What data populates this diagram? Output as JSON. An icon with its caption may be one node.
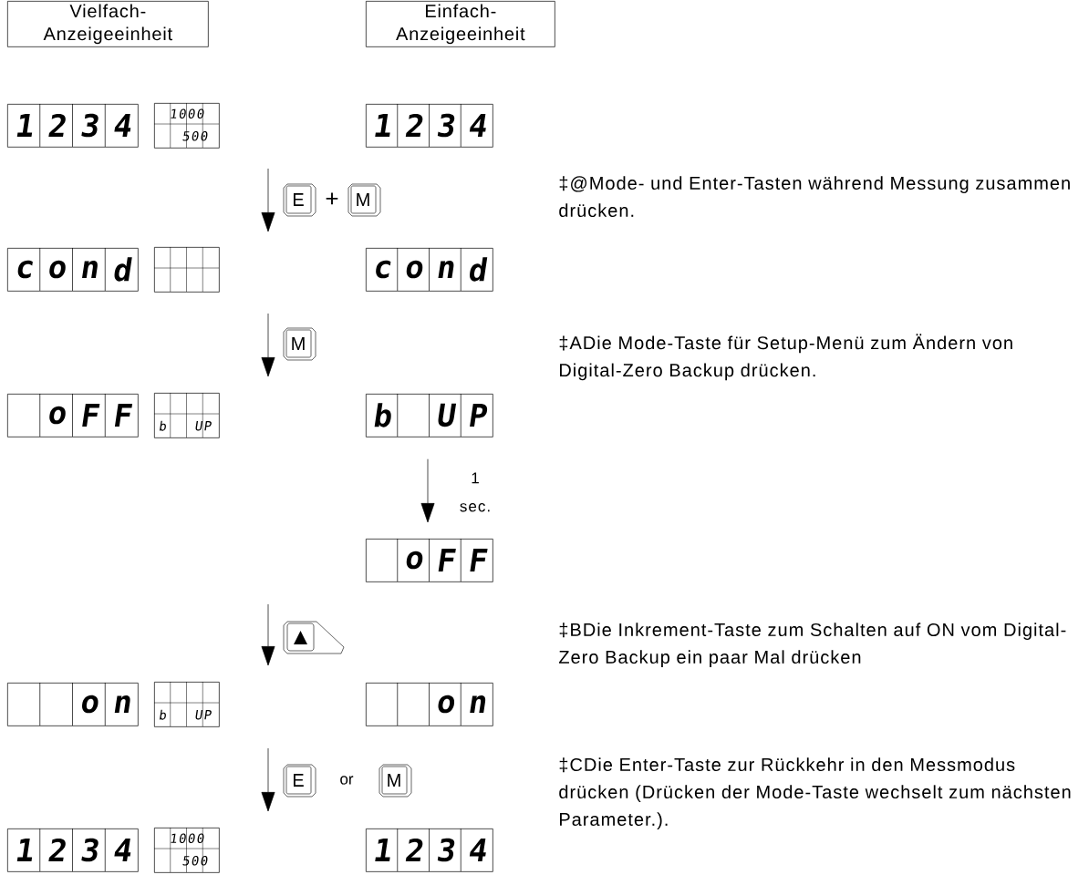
{
  "diagram": {
    "nodes": [
      {
        "text": [
          "Vielfach- Anzeigeeinheit"
        ]
      },
      {
        "text": [
          "Einfach- Anzeigeeinheit"
        ]
      },
      {
        "text": [
          "1",
          "2",
          "3",
          "4"
        ]
      },
      {
        "text": [
          "1000",
          "500"
        ]
      },
      {
        "text": [
          "1",
          "2",
          "3",
          "4"
        ]
      },
      {
        "text": [
          "c",
          "o",
          "n",
          "d"
        ]
      },
      {
        "text": [],
        "shape": "box"
      },
      {
        "text": [
          "c",
          "o",
          "n",
          "d"
        ]
      },
      {
        "text": [
          "o",
          "F",
          "F"
        ]
      },
      {
        "text": [
          "b",
          "UP"
        ]
      },
      {
        "text": [
          "b",
          "U",
          "P"
        ]
      },
      {
        "text": [
          "o",
          "F",
          "F"
        ]
      },
      {
        "text": [
          "o",
          "n"
        ]
      },
      {
        "text": [
          "b",
          "UP"
        ]
      },
      {
        "text": [
          "o",
          "n"
        ]
      },
      {
        "text": [
          "1",
          "2",
          "3",
          "4"
        ]
      },
      {
        "text": [
          "1000",
          "500"
        ]
      },
      {
        "text": [
          "1",
          "2",
          "3",
          "4"
        ]
      }
    ],
    "edges": [
      {
        "from": 10,
        "to": 11,
        "arrow": "to",
        "label": "1 sec."
      }
    ],
    "labels": [
      "E",
      "+",
      "M",
      "‡@Mode- und Enter-Tasten während Messung zusammen drücken.",
      "M",
      "‡ADie Mode-Taste für Setup-Menü zum Ändern von Digital-Zero Backup drücken.",
      "‡BDie Inkrement-Taste zum Schalten auf ON vom Digital-Zero Backup ein paar Mal drücken",
      "E",
      "or",
      "M",
      "‡CDie Enter-Taste zur Rückkehr in den Messmodus drücken (Drücken der Mode-Taste wechselt zum nächsten Parameter.)."
    ]
  }
}
